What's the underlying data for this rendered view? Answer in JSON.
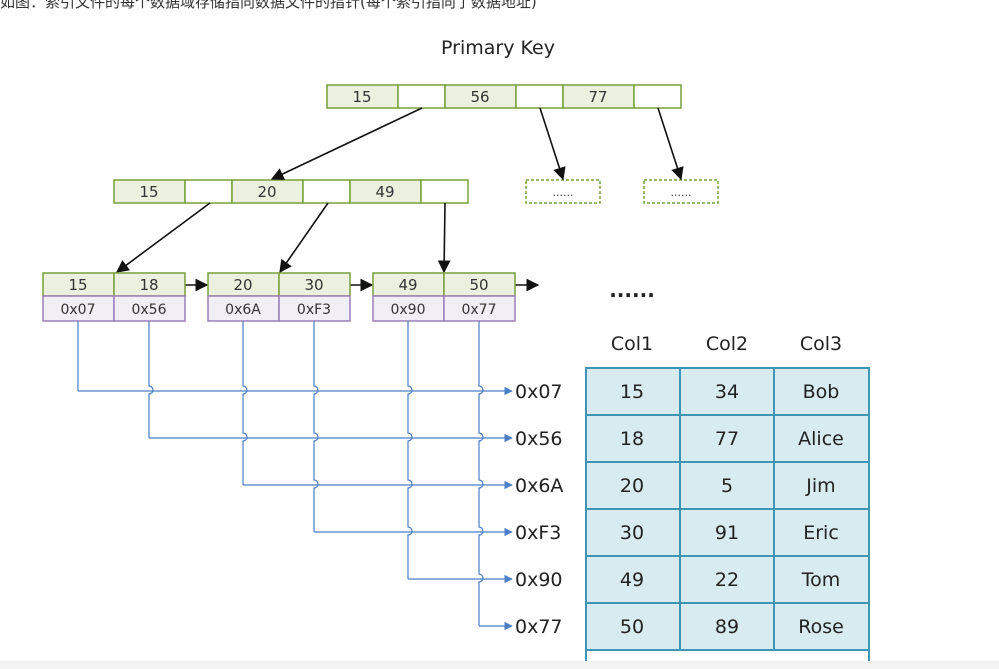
{
  "caption": "如图：索引文件的每个数据域存储指向数据文件的指针(每个索引指向了数据地址)",
  "diagram": {
    "title": "Primary Key",
    "root_keys": [
      "15",
      "56",
      "77"
    ],
    "level2_keys": [
      "15",
      "20",
      "49"
    ],
    "placeholder": "......",
    "leaves": [
      {
        "keys": [
          "15",
          "18"
        ],
        "addresses": [
          "0x07",
          "0x56"
        ]
      },
      {
        "keys": [
          "20",
          "30"
        ],
        "addresses": [
          "0x6A",
          "0xF3"
        ]
      },
      {
        "keys": [
          "49",
          "50"
        ],
        "addresses": [
          "0x90",
          "0x77"
        ]
      }
    ],
    "more": "......",
    "pointer_targets": [
      "0x07",
      "0x56",
      "0x6A",
      "0xF3",
      "0x90",
      "0x77"
    ],
    "colors": {
      "key_fill": "#ebf1de",
      "key_border": "#77a03c",
      "addr_fill": "#f2eef6",
      "addr_border": "#9b7fb8",
      "line": "#4a7ec6",
      "table_fill": "#d7ebf1",
      "table_border": "#3f95b4"
    }
  },
  "table": {
    "columns": [
      "Col1",
      "Col2",
      "Col3"
    ],
    "rows": [
      [
        "15",
        "34",
        "Bob"
      ],
      [
        "18",
        "77",
        "Alice"
      ],
      [
        "20",
        "5",
        "Jim"
      ],
      [
        "30",
        "91",
        "Eric"
      ],
      [
        "49",
        "22",
        "Tom"
      ],
      [
        "50",
        "89",
        "Rose"
      ]
    ]
  }
}
